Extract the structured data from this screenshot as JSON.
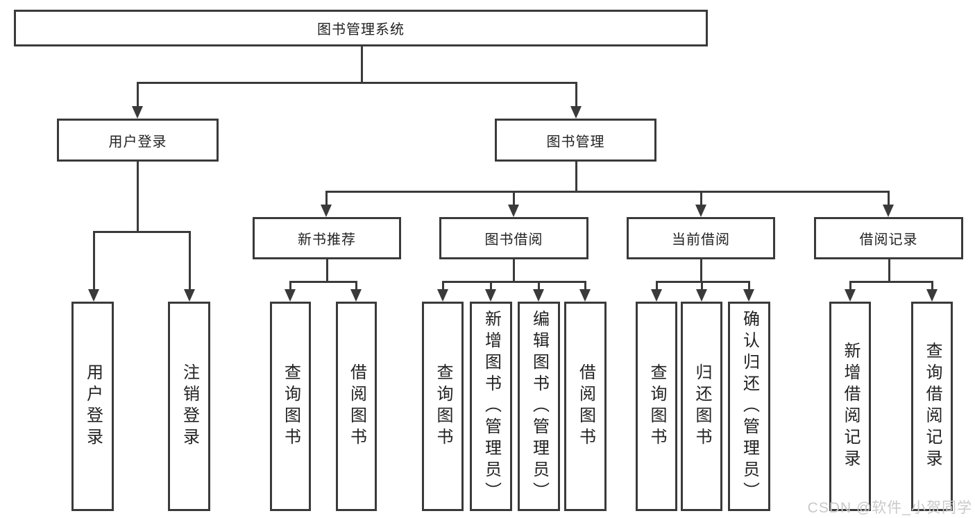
{
  "diagram": {
    "title": "图书管理系统",
    "watermark": "CSDN @软件_小贺同学",
    "colors": {
      "line": "#3a3a3a",
      "text": "#222222",
      "background": "#ffffff",
      "watermark": "#c9c9c9"
    },
    "root": {
      "label": "图书管理系统"
    },
    "level2": [
      {
        "label": "用户登录"
      },
      {
        "label": "图书管理"
      }
    ],
    "level3": [
      {
        "label": "新书推荐"
      },
      {
        "label": "图书借阅"
      },
      {
        "label": "当前借阅"
      },
      {
        "label": "借阅记录"
      }
    ],
    "leaves": {
      "user_login": [
        "用户登录",
        "注销登录"
      ],
      "new_book": [
        "查询图书",
        "借阅图书"
      ],
      "book_borrow": [
        "查询图书",
        "新增图书（管理员）",
        "编辑图书（管理员）",
        "借阅图书"
      ],
      "current_borrow": [
        "查询图书",
        "归还图书",
        "确认归还（管理员）"
      ],
      "borrow_record": [
        "新增借阅记录",
        "查询借阅记录"
      ]
    }
  }
}
